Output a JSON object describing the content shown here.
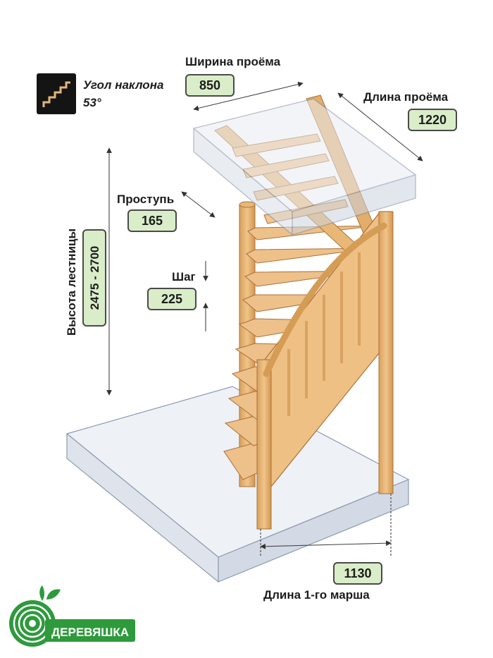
{
  "slope": {
    "label_line1": "Угол наклона",
    "label_line2": "53°"
  },
  "opening_width": {
    "label": "Ширина проёма",
    "value": "850"
  },
  "opening_length": {
    "label": "Длина проёма",
    "value": "1220"
  },
  "tread": {
    "label": "Проступь",
    "value": "165"
  },
  "step": {
    "label": "Шаг",
    "value": "225"
  },
  "stair_height": {
    "label": "Высота лестницы",
    "value": "2475 - 2700"
  },
  "first_flight": {
    "label": "Длина 1-го марша",
    "value": "1130"
  },
  "brand": {
    "name": "ДЕРЕВЯШКА"
  },
  "colors": {
    "wood": "#e9b877",
    "wood_dark": "#c98c45",
    "badge_fill": "#daedc9",
    "brand_green": "#2e9a3c",
    "glass": "#dde3ec"
  }
}
